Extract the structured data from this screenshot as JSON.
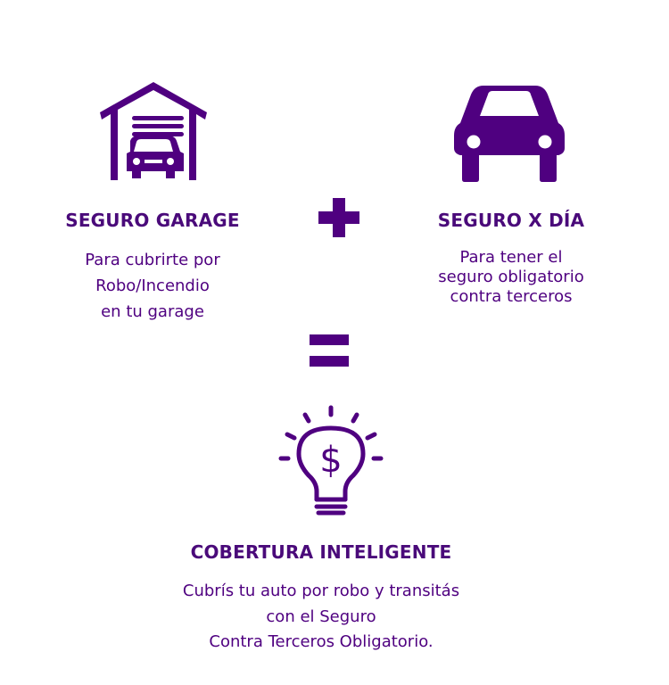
{
  "colors": {
    "primary": "#4f0080"
  },
  "left": {
    "icon": "garage-icon",
    "title": "SEGURO GARAGE",
    "lines": [
      "Para cubrirte por",
      "Robo/Incendio",
      "en tu garage"
    ]
  },
  "right": {
    "icon": "car-icon",
    "title": "SEGURO X DÍA",
    "lines": [
      "Para tener el",
      "seguro obligatorio",
      "contra terceros"
    ]
  },
  "operators": {
    "plus": "plus-icon",
    "equals": "equals-icon"
  },
  "result": {
    "icon": "lightbulb-dollar-icon",
    "title": "COBERTURA INTELIGENTE",
    "lines": [
      "Cubrís tu auto por robo y transitás",
      "con el Seguro",
      "Contra Terceros Obligatorio."
    ]
  }
}
